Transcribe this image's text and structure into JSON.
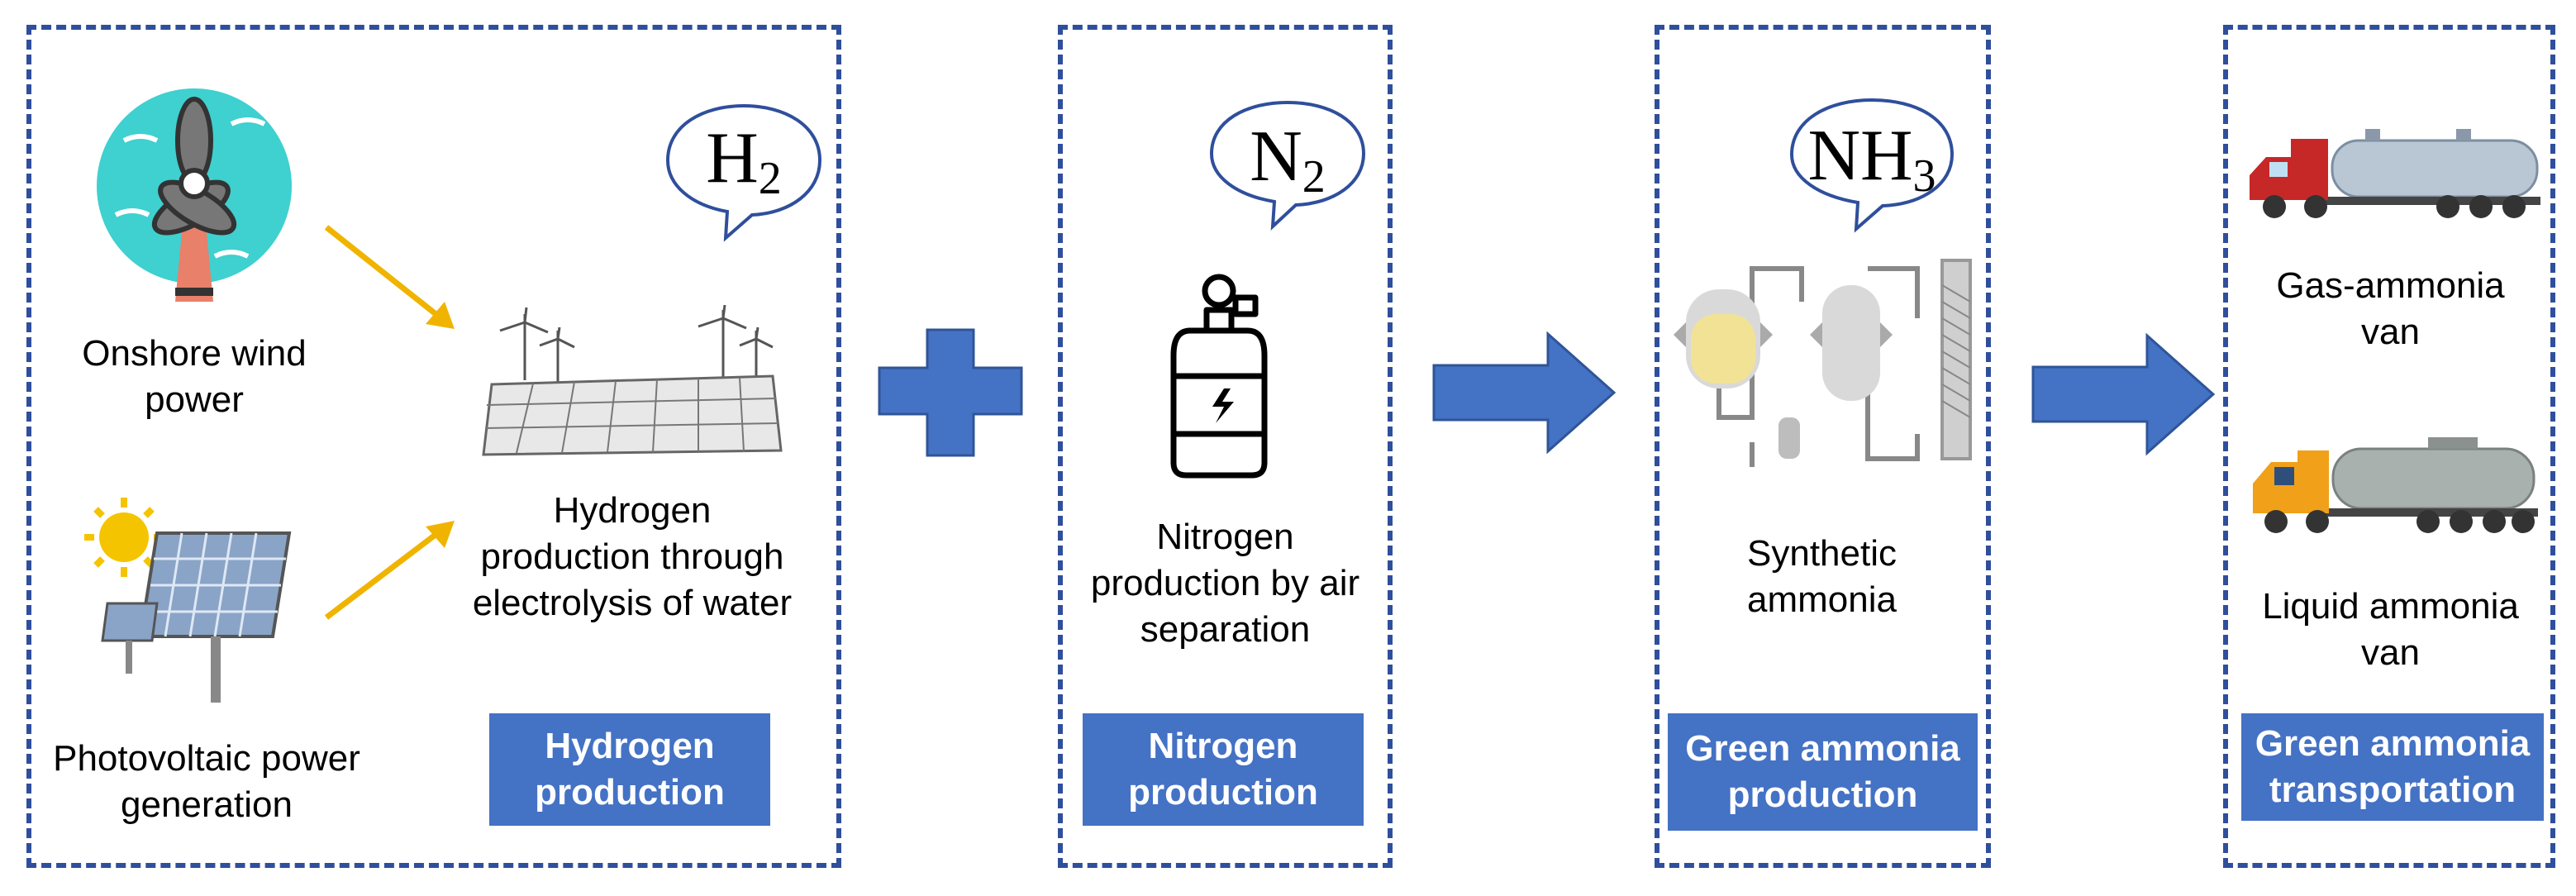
{
  "panels": {
    "hydrogen": {
      "formula_base": "H",
      "formula_sub": "2",
      "wind_label": "Onshore wind\npower",
      "pv_label": "Photovoltaic power\ngeneration",
      "process_label": "Hydrogen\nproduction through\nelectrolysis of water",
      "stage_label": "Hydrogen\nproduction"
    },
    "nitrogen": {
      "formula_base": "N",
      "formula_sub": "2",
      "process_label": "Nitrogen\nproduction by air\nseparation",
      "stage_label": "Nitrogen\nproduction"
    },
    "ammonia": {
      "formula_base": "NH",
      "formula_sub": "3",
      "process_label": "Synthetic\nammonia",
      "stage_label": "Green ammonia\nproduction"
    },
    "transport": {
      "gas_van_label": "Gas-ammonia\nvan",
      "liquid_van_label": "Liquid ammonia\nvan",
      "stage_label": "Green ammonia\ntransportation"
    }
  },
  "colors": {
    "panel_border": "#2f4f9c",
    "stage_label_bg": "#4472c4",
    "connector": "#4472c4",
    "arrow_accent": "#f0b400"
  }
}
